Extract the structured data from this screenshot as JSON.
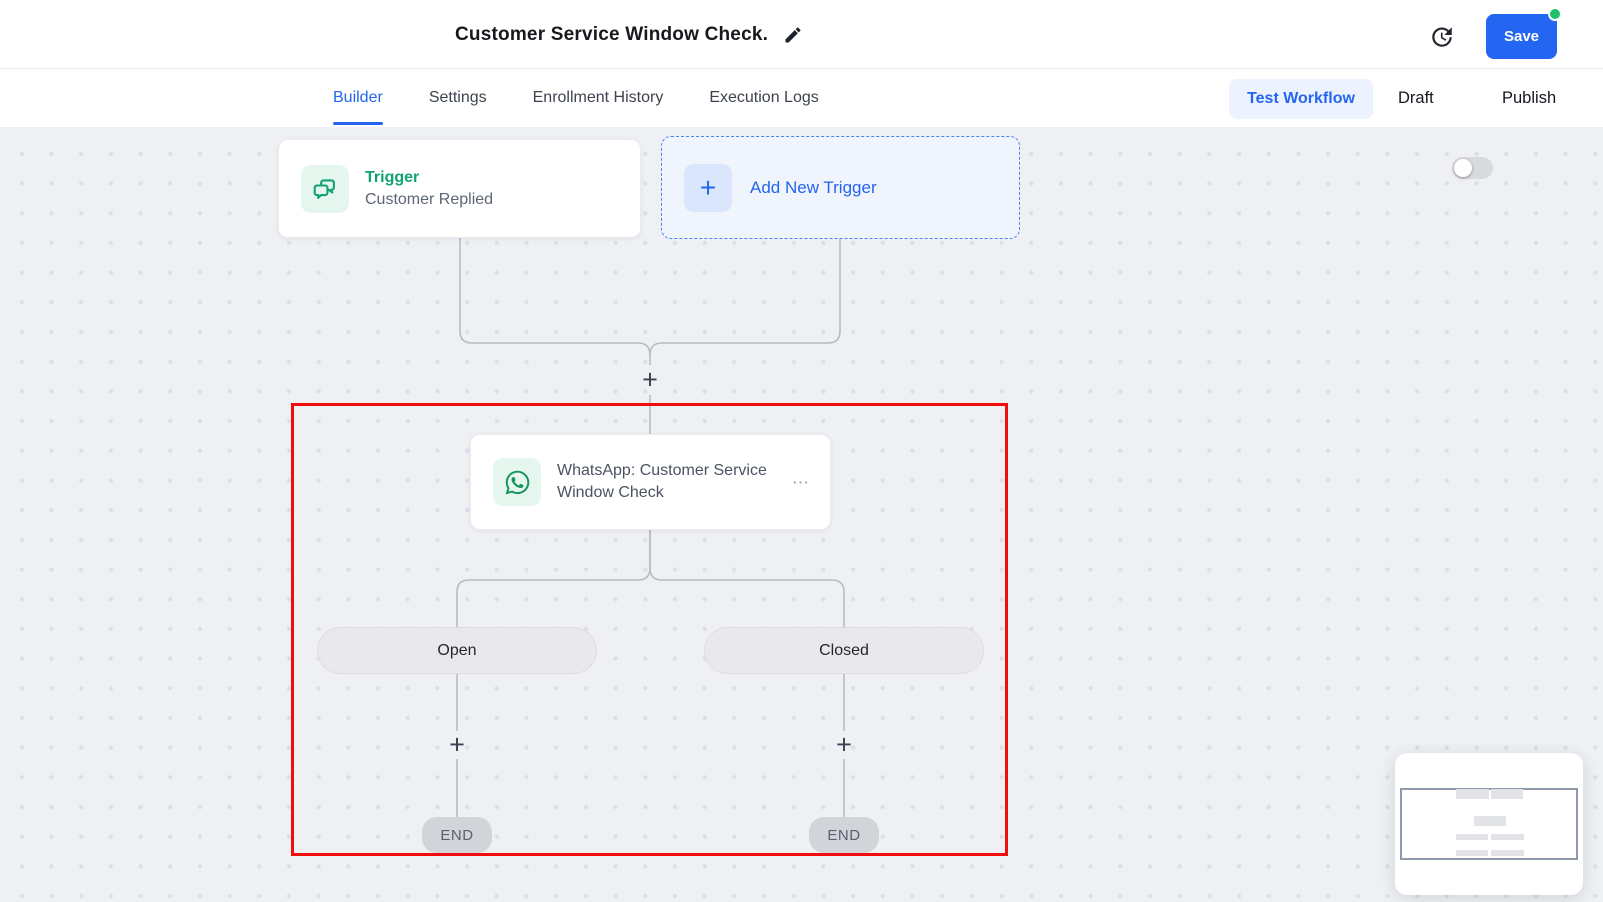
{
  "header": {
    "title": "Customer Service Window Check.",
    "save_label": "Save"
  },
  "tabs": {
    "active": "Builder",
    "items": [
      {
        "label": "Builder"
      },
      {
        "label": "Settings"
      },
      {
        "label": "Enrollment History"
      },
      {
        "label": "Execution Logs"
      }
    ],
    "test_workflow_label": "Test Workflow",
    "draft_label": "Draft",
    "publish_label": "Publish",
    "publish_toggle_state": "off"
  },
  "canvas": {
    "trigger_card": {
      "type_label": "Trigger",
      "event_label": "Customer Replied"
    },
    "add_trigger_card": {
      "plus_glyph": "+",
      "label": "Add New Trigger"
    },
    "whatsapp_card": {
      "title": "WhatsApp: Customer Service Window Check",
      "menu_glyph": "⋯"
    },
    "plus_glyph": "+",
    "branch_left": {
      "label": "Open"
    },
    "branch_right": {
      "label": "Closed"
    },
    "end_left": {
      "label": "END"
    },
    "end_right": {
      "label": "END"
    }
  },
  "colors": {
    "accent_blue": "#2465f1",
    "trigger_green": "#13a372",
    "whatsapp_green": "#17945a",
    "highlight_red": "#f20d0d",
    "save_badge_green": "#1fbf6b",
    "canvas_bg": "#eef0f4",
    "connector_gray": "#b7bbc4"
  }
}
